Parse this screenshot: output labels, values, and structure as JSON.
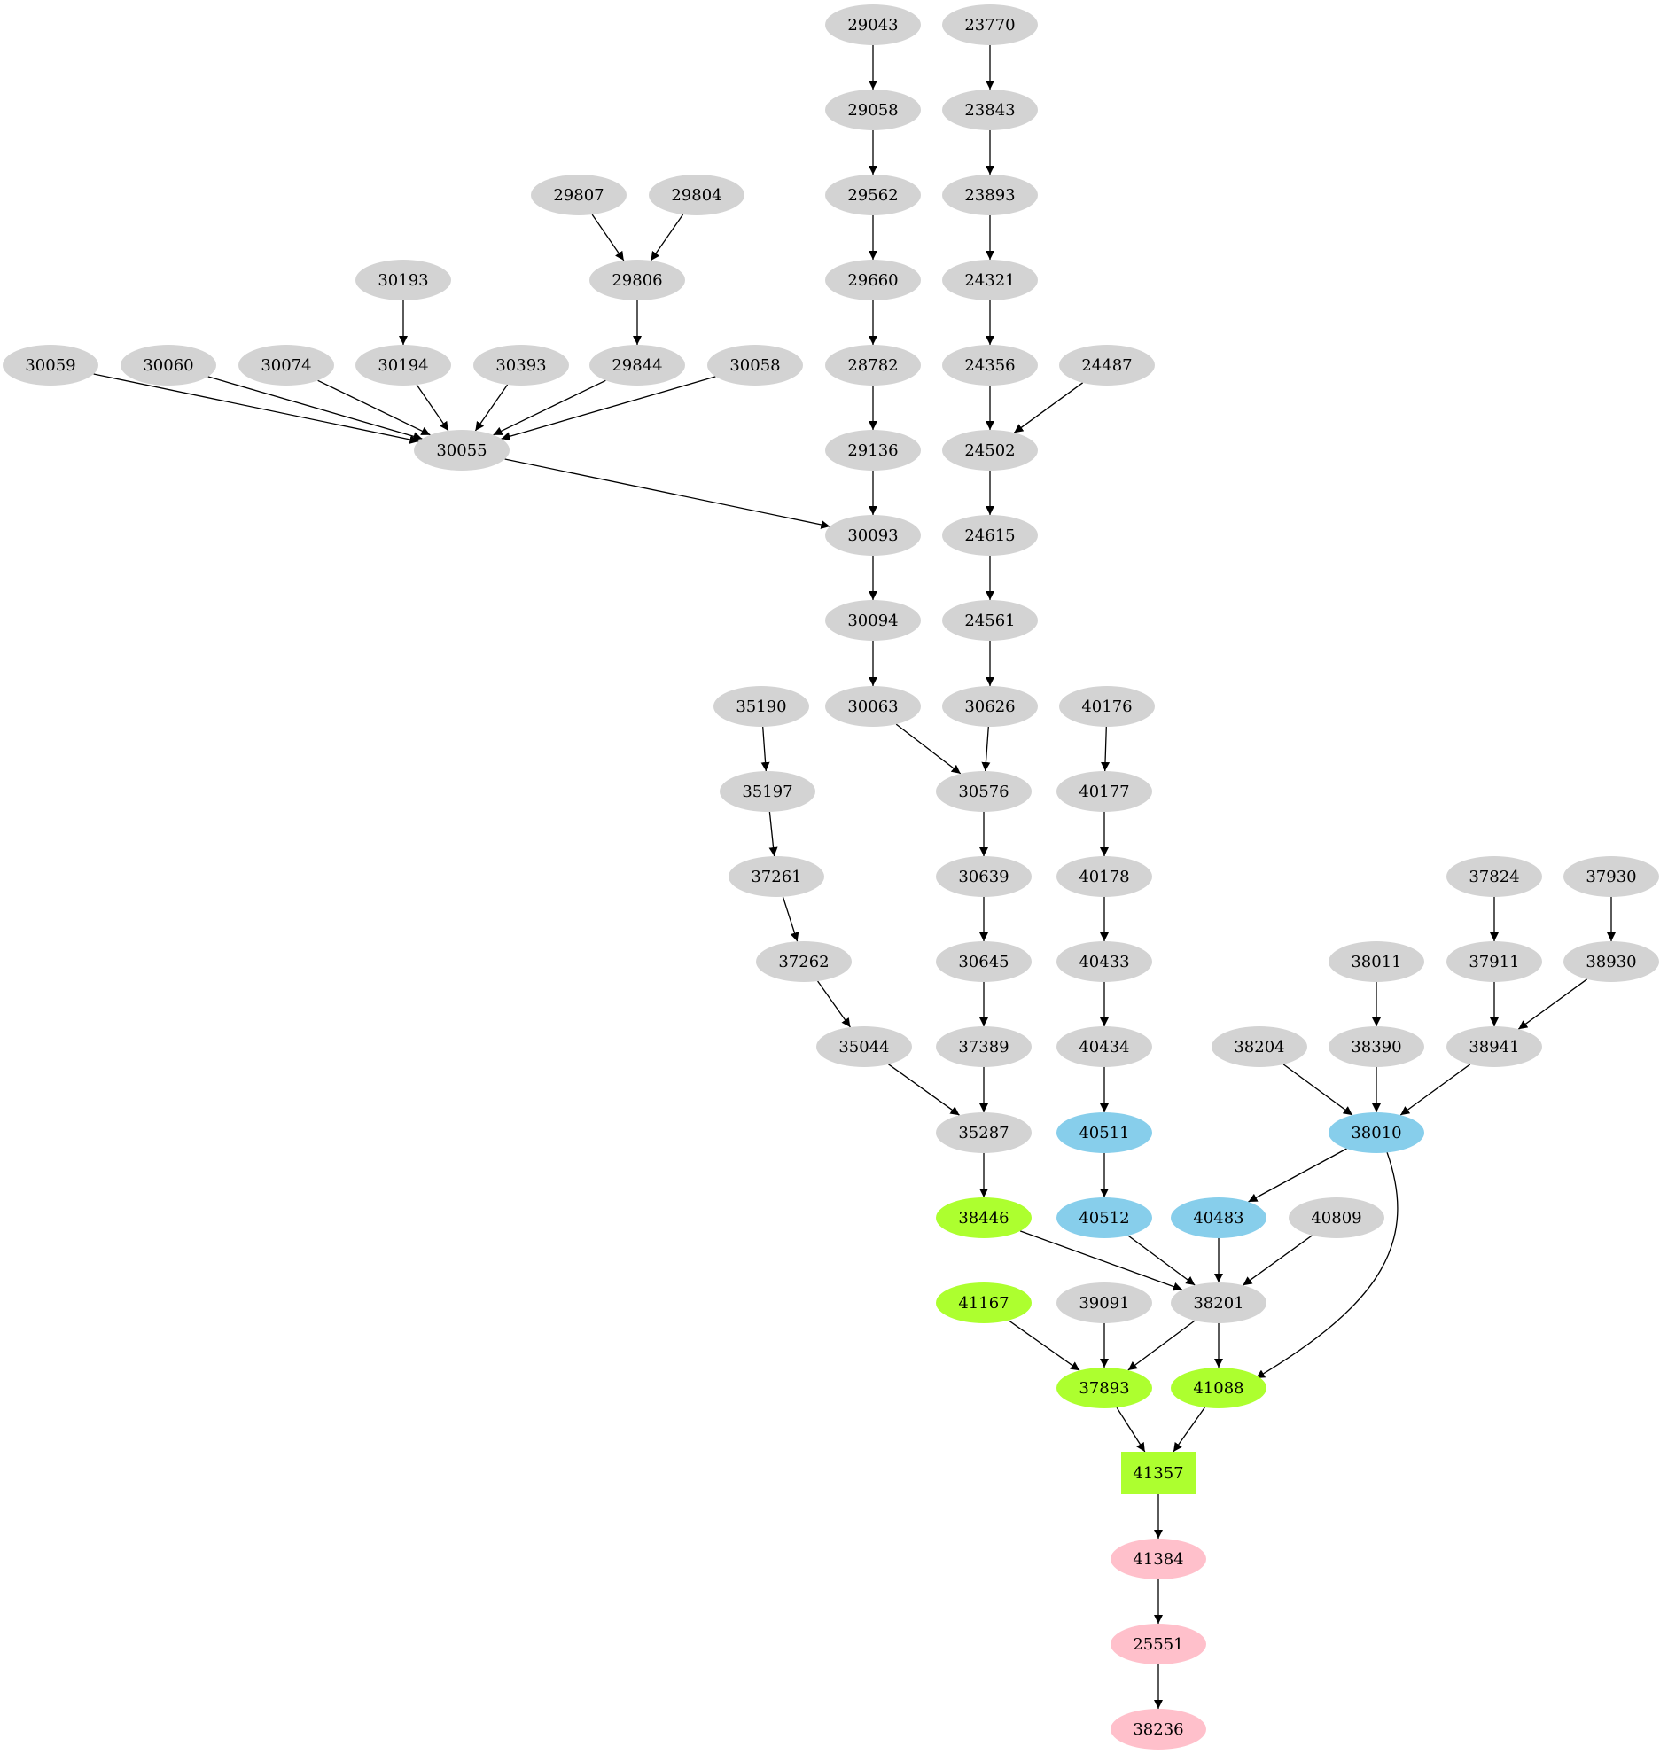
{
  "colors": {
    "default": "#d3d3d3",
    "blue": "#87ceeb",
    "green": "#adff2f",
    "pink": "#ffc0cb",
    "edge": "#000000"
  },
  "nodes": [
    {
      "id": "29043",
      "color": "default"
    },
    {
      "id": "23770",
      "color": "default"
    },
    {
      "id": "29058",
      "color": "default"
    },
    {
      "id": "23843",
      "color": "default"
    },
    {
      "id": "29807",
      "color": "default"
    },
    {
      "id": "29804",
      "color": "default"
    },
    {
      "id": "29562",
      "color": "default"
    },
    {
      "id": "23893",
      "color": "default"
    },
    {
      "id": "30193",
      "color": "default"
    },
    {
      "id": "29806",
      "color": "default"
    },
    {
      "id": "29660",
      "color": "default"
    },
    {
      "id": "24321",
      "color": "default"
    },
    {
      "id": "30059",
      "color": "default"
    },
    {
      "id": "30060",
      "color": "default"
    },
    {
      "id": "30074",
      "color": "default"
    },
    {
      "id": "30194",
      "color": "default"
    },
    {
      "id": "30393",
      "color": "default"
    },
    {
      "id": "29844",
      "color": "default"
    },
    {
      "id": "30058",
      "color": "default"
    },
    {
      "id": "28782",
      "color": "default"
    },
    {
      "id": "24356",
      "color": "default"
    },
    {
      "id": "24487",
      "color": "default"
    },
    {
      "id": "30055",
      "color": "default"
    },
    {
      "id": "29136",
      "color": "default"
    },
    {
      "id": "24502",
      "color": "default"
    },
    {
      "id": "30093",
      "color": "default"
    },
    {
      "id": "24615",
      "color": "default"
    },
    {
      "id": "30094",
      "color": "default"
    },
    {
      "id": "24561",
      "color": "default"
    },
    {
      "id": "35190",
      "color": "default"
    },
    {
      "id": "30063",
      "color": "default"
    },
    {
      "id": "30626",
      "color": "default"
    },
    {
      "id": "40176",
      "color": "default"
    },
    {
      "id": "35197",
      "color": "default"
    },
    {
      "id": "30576",
      "color": "default"
    },
    {
      "id": "40177",
      "color": "default"
    },
    {
      "id": "37261",
      "color": "default"
    },
    {
      "id": "30639",
      "color": "default"
    },
    {
      "id": "40178",
      "color": "default"
    },
    {
      "id": "37824",
      "color": "default"
    },
    {
      "id": "37930",
      "color": "default"
    },
    {
      "id": "37262",
      "color": "default"
    },
    {
      "id": "30645",
      "color": "default"
    },
    {
      "id": "40433",
      "color": "default"
    },
    {
      "id": "38011",
      "color": "default"
    },
    {
      "id": "37911",
      "color": "default"
    },
    {
      "id": "38930",
      "color": "default"
    },
    {
      "id": "35044",
      "color": "default"
    },
    {
      "id": "37389",
      "color": "default"
    },
    {
      "id": "40434",
      "color": "default"
    },
    {
      "id": "38204",
      "color": "default"
    },
    {
      "id": "38390",
      "color": "default"
    },
    {
      "id": "38941",
      "color": "default"
    },
    {
      "id": "35287",
      "color": "default"
    },
    {
      "id": "40511",
      "color": "blue"
    },
    {
      "id": "38010",
      "color": "blue"
    },
    {
      "id": "38446",
      "color": "green"
    },
    {
      "id": "40512",
      "color": "blue"
    },
    {
      "id": "40483",
      "color": "blue"
    },
    {
      "id": "40809",
      "color": "default"
    },
    {
      "id": "41167",
      "color": "green"
    },
    {
      "id": "39091",
      "color": "default"
    },
    {
      "id": "38201",
      "color": "default"
    },
    {
      "id": "37893",
      "color": "green"
    },
    {
      "id": "41088",
      "color": "green"
    },
    {
      "id": "41357",
      "color": "green",
      "shape": "box"
    },
    {
      "id": "41384",
      "color": "pink"
    },
    {
      "id": "25551",
      "color": "pink"
    },
    {
      "id": "38236",
      "color": "pink"
    }
  ],
  "edges": [
    [
      "29043",
      "29058"
    ],
    [
      "29058",
      "29562"
    ],
    [
      "29562",
      "29660"
    ],
    [
      "29660",
      "28782"
    ],
    [
      "28782",
      "29136"
    ],
    [
      "29136",
      "30093"
    ],
    [
      "30093",
      "30094"
    ],
    [
      "30094",
      "30063"
    ],
    [
      "30063",
      "30576"
    ],
    [
      "23770",
      "23843"
    ],
    [
      "23843",
      "23893"
    ],
    [
      "23893",
      "24321"
    ],
    [
      "24321",
      "24356"
    ],
    [
      "24356",
      "24502"
    ],
    [
      "24487",
      "24502"
    ],
    [
      "24502",
      "24615"
    ],
    [
      "24615",
      "24561"
    ],
    [
      "24561",
      "30626"
    ],
    [
      "30626",
      "30576"
    ],
    [
      "29807",
      "29806"
    ],
    [
      "29804",
      "29806"
    ],
    [
      "29806",
      "29844"
    ],
    [
      "30193",
      "30194"
    ],
    [
      "30059",
      "30055"
    ],
    [
      "30060",
      "30055"
    ],
    [
      "30074",
      "30055"
    ],
    [
      "30194",
      "30055"
    ],
    [
      "30393",
      "30055"
    ],
    [
      "29844",
      "30055"
    ],
    [
      "30058",
      "30055"
    ],
    [
      "30055",
      "30093"
    ],
    [
      "35190",
      "35197"
    ],
    [
      "35197",
      "37261"
    ],
    [
      "37261",
      "37262"
    ],
    [
      "37262",
      "35044"
    ],
    [
      "35044",
      "35287"
    ],
    [
      "30576",
      "30639"
    ],
    [
      "30639",
      "30645"
    ],
    [
      "30645",
      "37389"
    ],
    [
      "37389",
      "35287"
    ],
    [
      "35287",
      "38446"
    ],
    [
      "40176",
      "40177"
    ],
    [
      "40177",
      "40178"
    ],
    [
      "40178",
      "40433"
    ],
    [
      "40433",
      "40434"
    ],
    [
      "40434",
      "40511"
    ],
    [
      "40511",
      "40512"
    ],
    [
      "37824",
      "37911"
    ],
    [
      "37911",
      "38941"
    ],
    [
      "37930",
      "38930"
    ],
    [
      "38930",
      "38941"
    ],
    [
      "38011",
      "38390"
    ],
    [
      "38390",
      "38010"
    ],
    [
      "38204",
      "38010"
    ],
    [
      "38941",
      "38010"
    ],
    [
      "38010",
      "40483"
    ],
    [
      "38010",
      "41088"
    ],
    [
      "38446",
      "38201"
    ],
    [
      "40512",
      "38201"
    ],
    [
      "40483",
      "38201"
    ],
    [
      "40809",
      "38201"
    ],
    [
      "41167",
      "37893"
    ],
    [
      "39091",
      "37893"
    ],
    [
      "38201",
      "37893"
    ],
    [
      "38201",
      "41088"
    ],
    [
      "37893",
      "41357"
    ],
    [
      "41088",
      "41357"
    ],
    [
      "41357",
      "41384"
    ],
    [
      "41384",
      "25551"
    ],
    [
      "25551",
      "38236"
    ]
  ]
}
